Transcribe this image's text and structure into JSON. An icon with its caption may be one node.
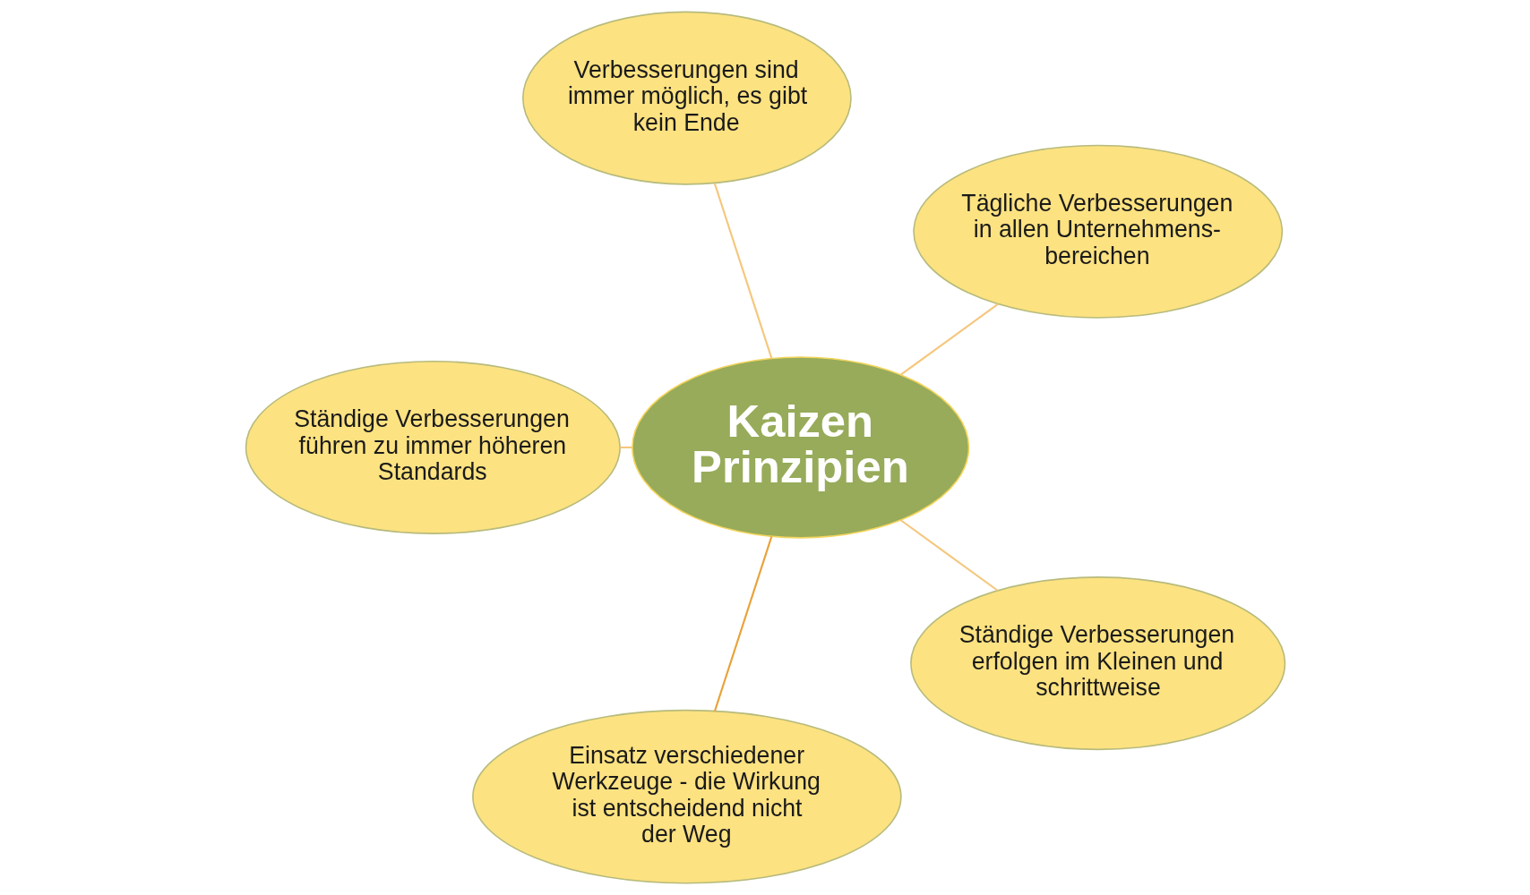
{
  "diagram": {
    "nodes": [
      {
        "text": [
          "Verbesserungen sind immer möglich, es gibt kein Ende"
        ]
      },
      {
        "text": [
          "Tägliche Verbesserungen in allen Unternehmens- bereichen"
        ]
      },
      {
        "text": [
          "Kaizen Prinzipien"
        ]
      },
      {
        "text": [
          "Ständige Verbesserungen führen zu immer höheren Standards"
        ]
      },
      {
        "text": [
          "Ständige Verbesserungen erfolgen im Kleinen und schrittweise"
        ]
      },
      {
        "text": [
          "Einsatz verschiedener Werkzeuge - die Wirkung ist entscheidend nicht der Weg"
        ]
      }
    ],
    "edges": [
      {
        "from": 2,
        "to": 1,
        "arrow": "none"
      },
      {
        "from": 2,
        "to": 0,
        "arrow": "none"
      },
      {
        "from": 2,
        "to": 3,
        "arrow": "none"
      },
      {
        "from": 2,
        "to": 5,
        "arrow": "none",
        "color": "#e9a23b"
      },
      {
        "from": 2,
        "to": 4,
        "arrow": "none"
      }
    ]
  }
}
